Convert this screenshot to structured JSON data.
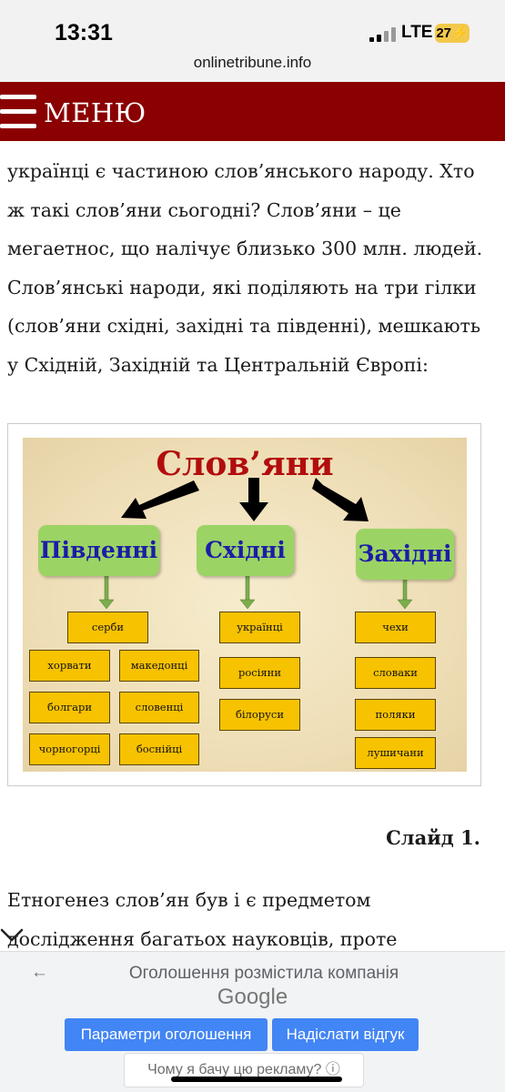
{
  "status_bar": {
    "time": "13:31",
    "network": "LTE",
    "battery": "27"
  },
  "browser": {
    "url": "onlinetribune.info"
  },
  "menu": {
    "label": "МЕНЮ"
  },
  "article": {
    "paragraph_1": "українці є частиною слов’янського народу. Хто ж такі слов’яни сьогодні? Слов’яни – це мегаетнос, що налічує близько 300 млн. людей. Слов’янські народи, які поділяють на три гілки (слов’яни східні, західні та південні), мешкають у Східній, Західній та Центральній Європі:",
    "caption": "Слайд 1.",
    "paragraph_2": "Етногенез слов’ян був і є предметом дослідження багатьох науковців, проте"
  },
  "slide": {
    "title": "Слов’яни",
    "branches": [
      {
        "name": "Південні",
        "items": [
          "серби",
          "хорвати",
          "македонці",
          "болгари",
          "словенці",
          "чорногорці",
          "боснійці"
        ]
      },
      {
        "name": "Східні",
        "items": [
          "українці",
          "росіяни",
          "білоруси"
        ]
      },
      {
        "name": "Західні",
        "items": [
          "чехи",
          "словаки",
          "поляки",
          "лушичани"
        ]
      }
    ],
    "colors": {
      "title": "#b20d0d",
      "branch_box": "#9bd464",
      "branch_text": "#1c1ca8",
      "item_box": "#f7c200"
    }
  },
  "ad": {
    "label": "Оголошення розмістила компанія",
    "brand": "Google",
    "settings_button": "Параметри оголошення",
    "feedback_button": "Надіслати відгук",
    "why_button": "Чому я бачу цю рекламу? ⓘ"
  },
  "icons": [
    "hamburger-icon",
    "chevron-down-icon",
    "back-arrow-icon",
    "signal-icon",
    "battery-icon"
  ]
}
